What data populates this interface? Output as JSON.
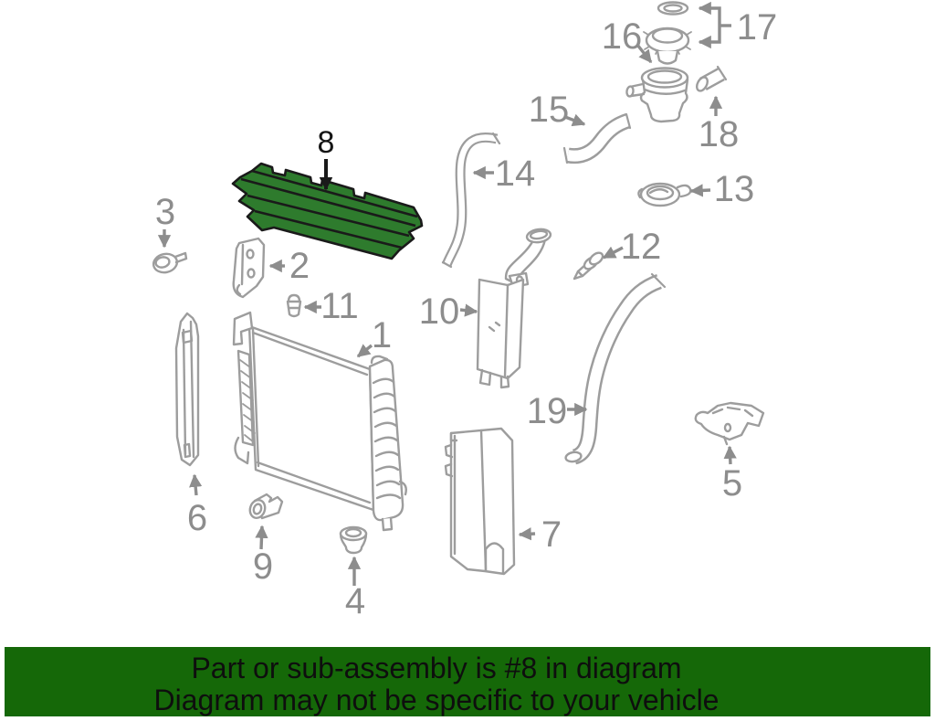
{
  "banner": {
    "line1": "Part or sub-assembly is #8 in diagram",
    "line2": "Diagram may not be specific to your vehicle",
    "bg_color": "#156808",
    "text_color": "#0e0e0e"
  },
  "colors": {
    "background": "#ffffff",
    "line_art": "#9d9d9d",
    "callout_label": "#8d8d8d",
    "highlight_fill": "#2e7b2d",
    "highlight_outline": "#1a1a1a",
    "highlight_label": "#141414"
  },
  "highlighted_part_label": "8",
  "callouts": {
    "c1": {
      "label": "1"
    },
    "c2": {
      "label": "2"
    },
    "c3": {
      "label": "3"
    },
    "c4": {
      "label": "4"
    },
    "c5": {
      "label": "5"
    },
    "c6": {
      "label": "6"
    },
    "c7": {
      "label": "7"
    },
    "c8": {
      "label": "8"
    },
    "c9": {
      "label": "9"
    },
    "c10": {
      "label": "10"
    },
    "c11": {
      "label": "11"
    },
    "c12": {
      "label": "12"
    },
    "c13": {
      "label": "13"
    },
    "c14": {
      "label": "14"
    },
    "c15": {
      "label": "15"
    },
    "c16": {
      "label": "16"
    },
    "c17": {
      "label": "17"
    },
    "c18": {
      "label": "18"
    },
    "c19": {
      "label": "19"
    }
  }
}
